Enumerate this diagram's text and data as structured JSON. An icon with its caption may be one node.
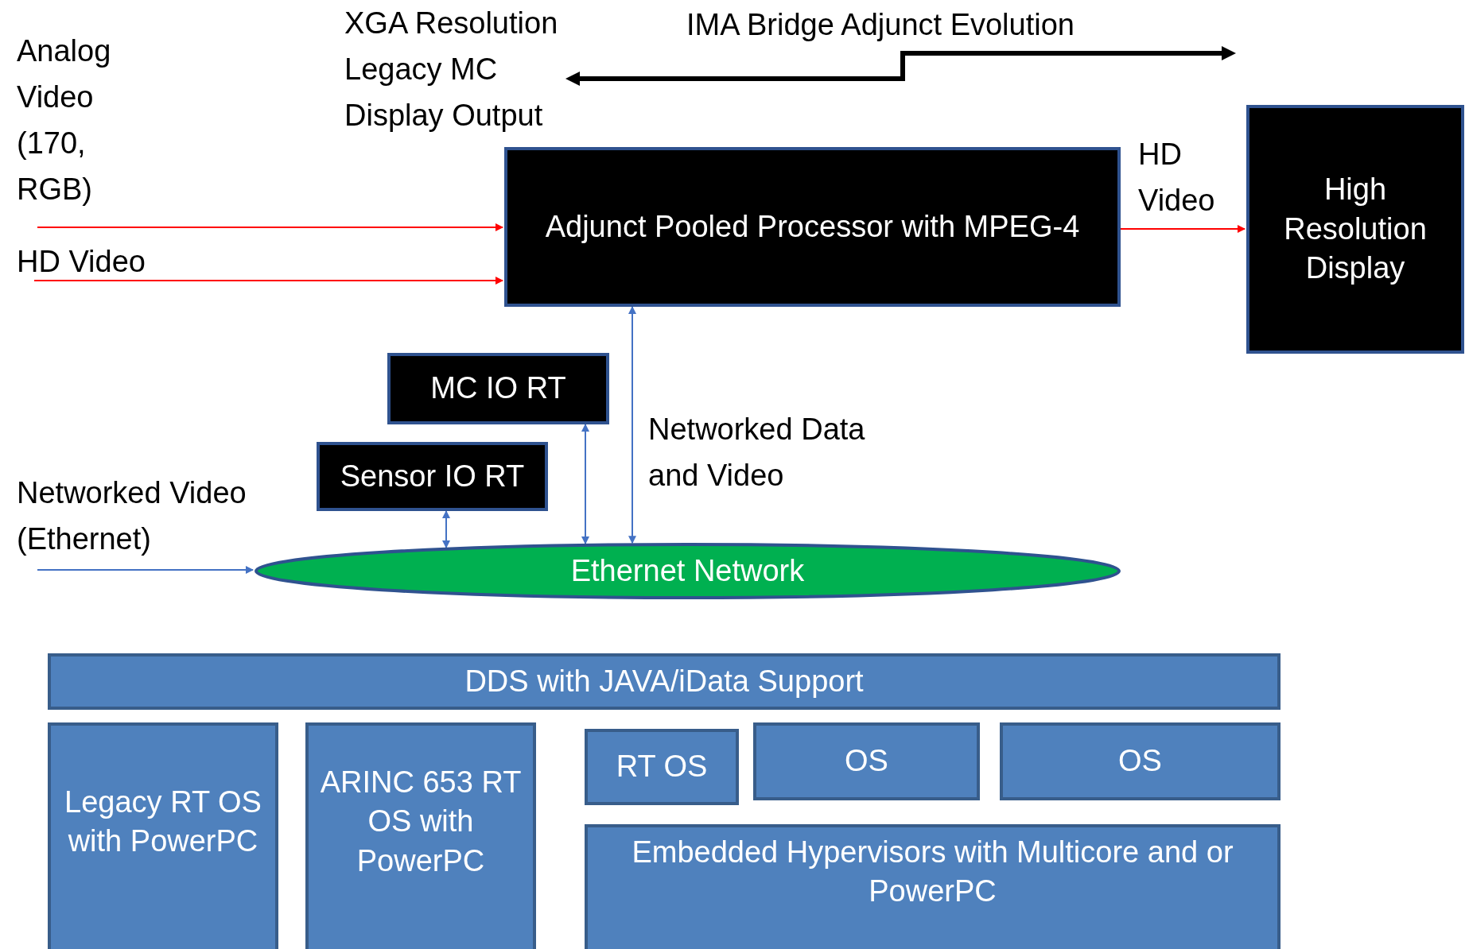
{
  "diagram": {
    "nodes": [
      {
        "text": [
          "Adjunct Pooled Processor with MPEG-4"
        ]
      },
      {
        "text": [
          "High Resolution Display"
        ]
      },
      {
        "text": [
          "MC IO RT"
        ]
      },
      {
        "text": [
          "Sensor IO RT"
        ]
      },
      {
        "text": [
          "Ethernet Network"
        ]
      },
      {
        "text": [
          "DDS with JAVA/iData Support"
        ]
      },
      {
        "text": [
          "Legacy RT OS with PowerPC"
        ]
      },
      {
        "text": [
          "ARINC 653 RT OS with PowerPC"
        ]
      },
      {
        "text": [
          "RT OS"
        ]
      },
      {
        "text": [
          "OS"
        ]
      },
      {
        "text": [
          "OS"
        ]
      },
      {
        "text": [
          "Embedded Hypervisors with Multicore and or PowerPC"
        ]
      }
    ],
    "edges": [
      {
        "from": null,
        "to": 0,
        "arrow": "to",
        "label": "Analog Video (170, RGB)",
        "color": "#ff0000"
      },
      {
        "from": null,
        "to": 0,
        "arrow": "to",
        "label": "HD Video",
        "color": "#ff0000"
      },
      {
        "from": 0,
        "to": 1,
        "arrow": "to",
        "label": "HD Video",
        "color": "#ff0000"
      },
      {
        "from": 3,
        "to": 4,
        "arrow": "both"
      },
      {
        "from": 2,
        "to": 4,
        "arrow": "both"
      },
      {
        "from": 0,
        "to": 4,
        "arrow": "both",
        "label": "Networked Data and Video"
      },
      {
        "from": null,
        "to": 4,
        "arrow": "to",
        "label": "Networked Video (Ethernet)"
      }
    ],
    "labels": [
      "XGA Resolution Legacy MC Display Output",
      "IMA Bridge Adjunct Evolution"
    ]
  }
}
